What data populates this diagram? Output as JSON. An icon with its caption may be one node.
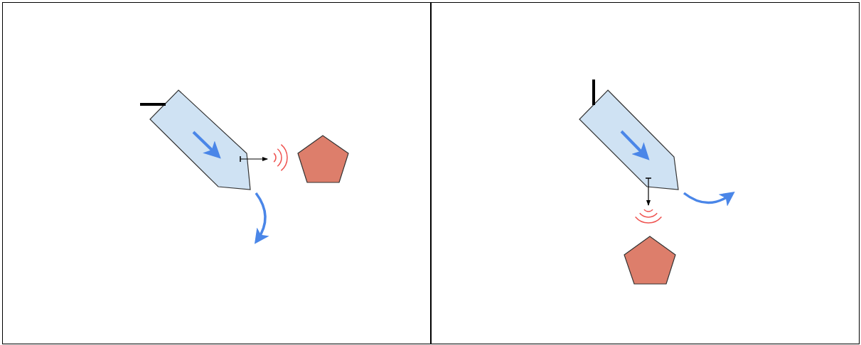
{
  "diagram": {
    "nodes": [
      {
        "text": [],
        "shape": "box"
      },
      {
        "text": [],
        "shape": "probe",
        "in": 0
      },
      {
        "text": [],
        "shape": "pentagon",
        "in": 0
      },
      {
        "text": [],
        "shape": "box"
      },
      {
        "text": [],
        "shape": "probe",
        "in": 3
      },
      {
        "text": [],
        "shape": "pentagon",
        "in": 3
      }
    ]
  }
}
